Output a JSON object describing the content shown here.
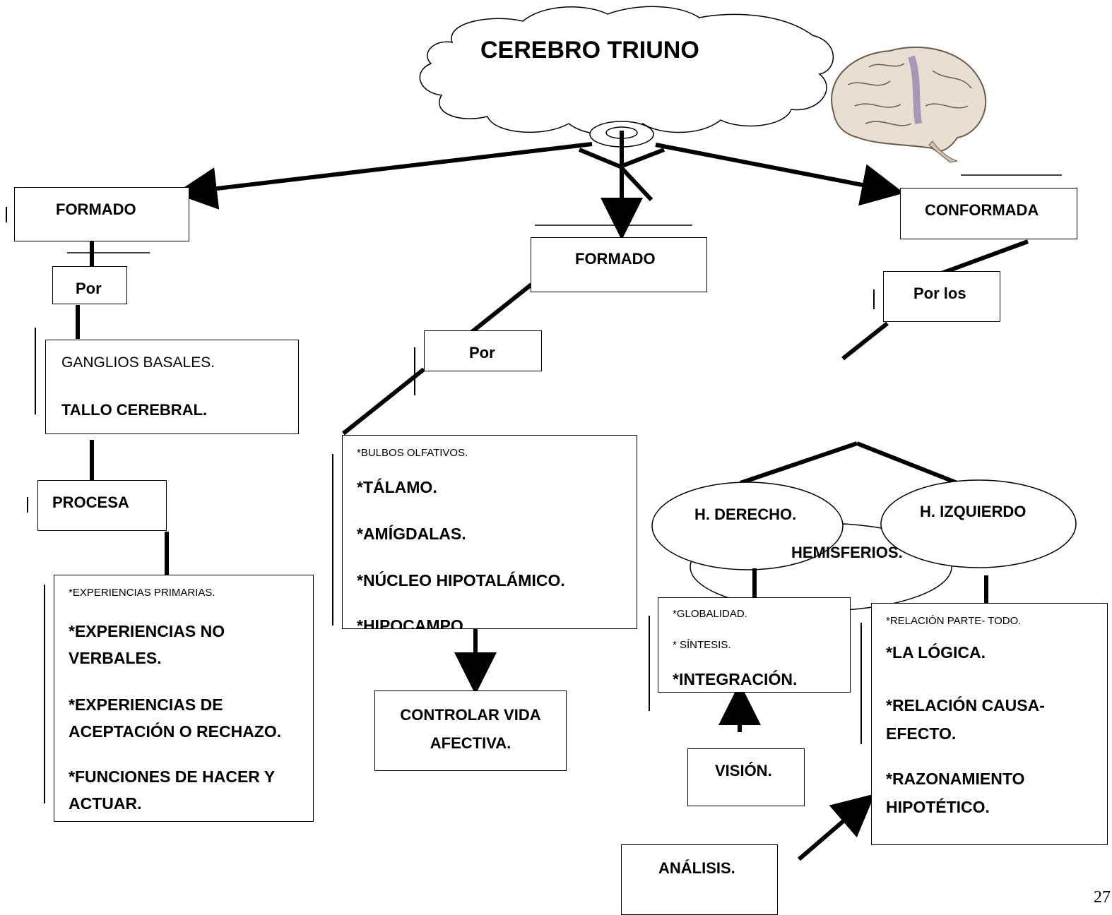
{
  "title": "CEREBRO TRIUNO",
  "left": {
    "formado": "FORMADO",
    "por": "Por",
    "ganglios": "GANGLIOS BASALES.",
    "tallo": "TALLO CEREBRAL.",
    "procesa": "PROCESA",
    "items": [
      "*EXPERIENCIAS     PRIMARIAS.",
      "*EXPERIENCIAS NO VERBALES.",
      "*EXPERIENCIAS DE ACEPTACIÓN O RECHAZO.",
      "*FUNCIONES DE HACER Y ACTUAR."
    ]
  },
  "middle": {
    "formado": "FORMADO",
    "por": "Por",
    "items": [
      "*BULBOS OLFATIVOS.",
      "*TÁLAMO.",
      "*AMÍGDALAS.",
      "*NÚCLEO HIPOTALÁMICO.",
      "*HIPOCAMPO."
    ],
    "controlar": "CONTROLAR VIDA AFECTIVA."
  },
  "right": {
    "conformada": "CONFORMADA",
    "por_los": "Por los",
    "hemisferios": "HEMISFERIOS.",
    "derecho": "H. DERECHO.",
    "izquierdo": "H. IZQUIERDO",
    "derecho_items": [
      "*GLOBALIDAD.",
      "* SÍNTESIS.",
      "*INTEGRACIÓN."
    ],
    "izquierdo_items": [
      "*RELACIÓN PARTE-  TODO.",
      "*LA LÓGICA.",
      "*RELACIÓN CAUSA-EFECTO.",
      "*RAZONAMIENTO HIPOTÉTICO."
    ],
    "vision": "VISIÓN.",
    "analisis": "ANÁLISIS."
  },
  "page_number": "27"
}
